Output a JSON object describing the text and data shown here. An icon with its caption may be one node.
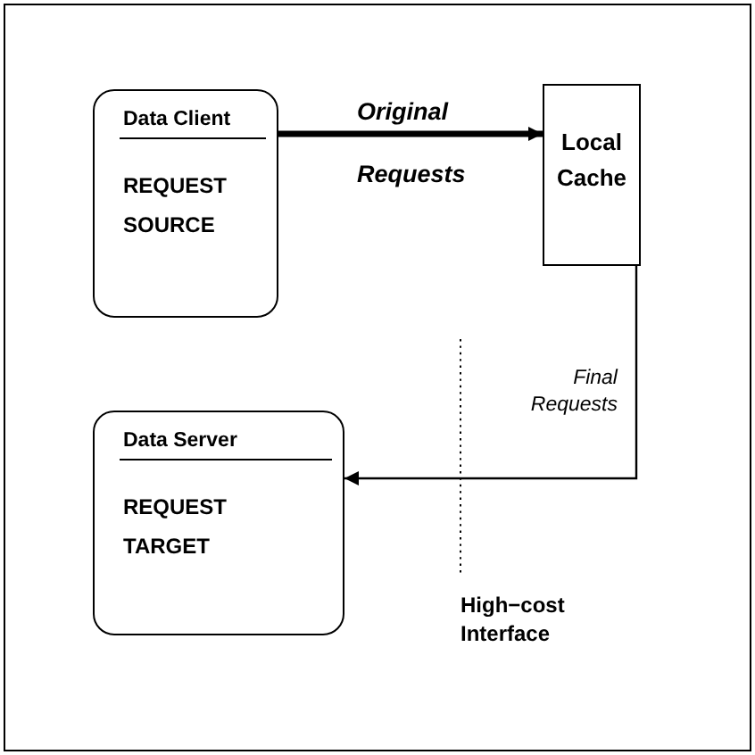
{
  "diagram": {
    "nodes": [
      {
        "text": [
          "Data Client",
          "REQUEST SOURCE"
        ]
      },
      {
        "text": [
          "Local Cache"
        ]
      },
      {
        "text": [
          "Data Server",
          "REQUEST TARGET"
        ]
      }
    ],
    "edges": [
      {
        "from": 0,
        "to": 1,
        "arrow": "to",
        "label": "Original Requests",
        "style": "thick"
      },
      {
        "from": 1,
        "to": 2,
        "arrow": "to",
        "label": "Final Requests"
      }
    ],
    "labels": [
      "High−cost Interface"
    ]
  }
}
